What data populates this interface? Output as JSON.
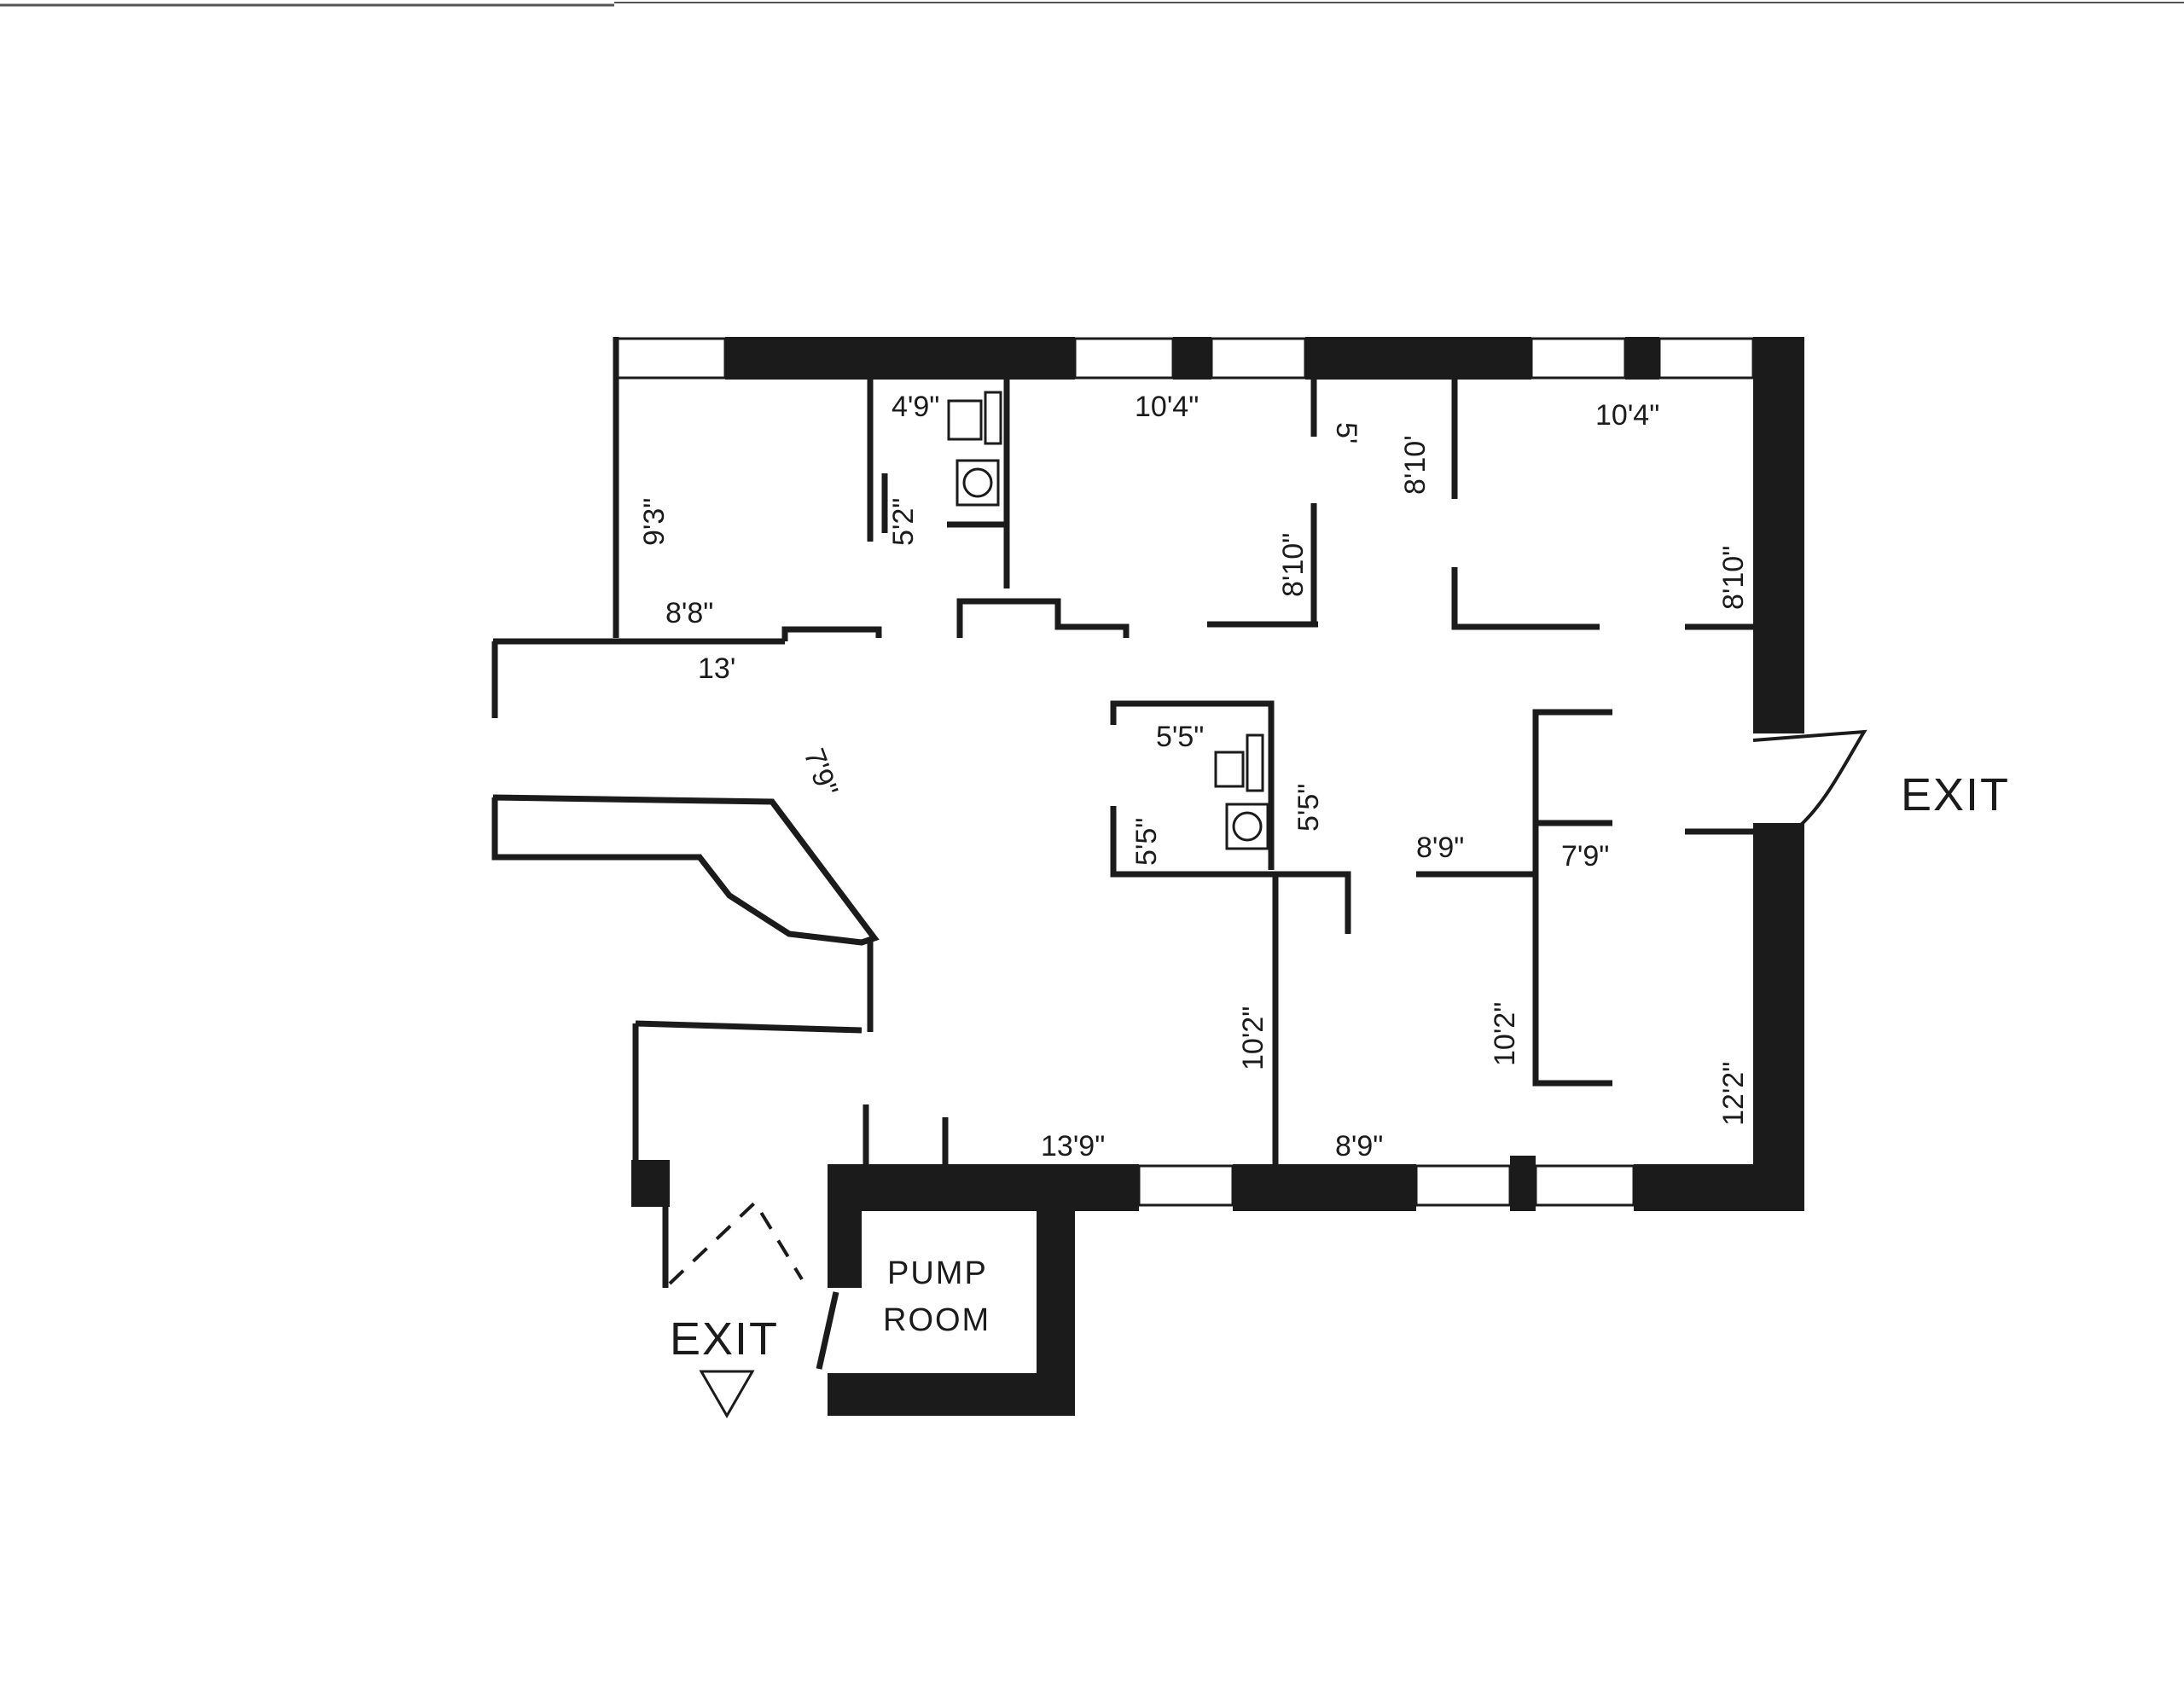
{
  "plan": {
    "exit_right": "EXIT",
    "exit_bottom": "EXIT",
    "pump_room": [
      "PUMP",
      "ROOM"
    ],
    "dimensions": {
      "room1_width": "8'8\"",
      "room1_height": "9'3\"",
      "bath1_width": "4'9\"",
      "bath1_height": "5'2\"",
      "room2_width": "10'4\"",
      "room2_height": "8'10\"",
      "closet_width": "5'",
      "closet_height": "8'10'",
      "room3_width": "10'4\"",
      "room3_height": "8'10\"",
      "lobby_width": "13'",
      "counter_len": "7'9\"",
      "bath2_width": "5'5\"",
      "bath2_height_l": "5'5\"",
      "bath2_height_r": "5'5\"",
      "room4_height": "10'2\"",
      "room4_width": "13'9\"",
      "room5_width": "8'9\"",
      "room5_top": "8'9\"",
      "room6_top": "7'9\"",
      "room6_height": "10'2\"",
      "room7_height": "12'2\""
    }
  }
}
